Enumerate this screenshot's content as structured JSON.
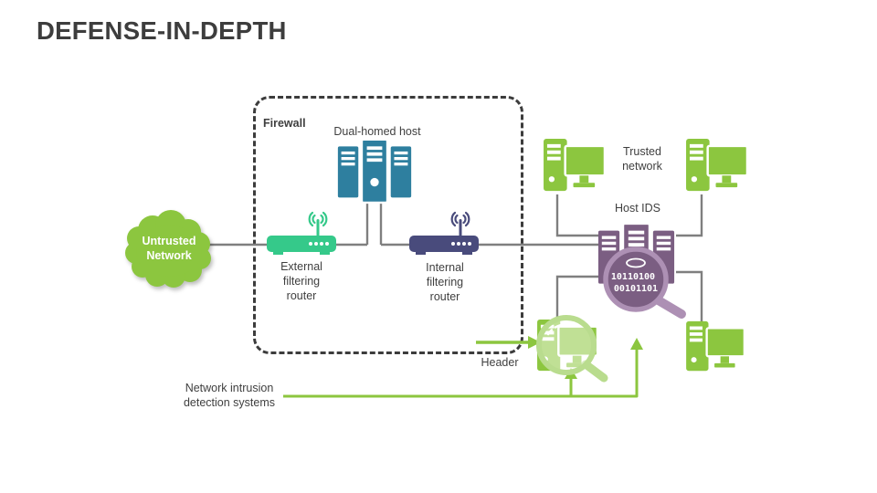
{
  "title": "DEFENSE-IN-DEPTH",
  "firewall": {
    "label": "Firewall"
  },
  "labels": {
    "dual_homed_host": "Dual-homed host",
    "external_router": "External filtering router",
    "internal_router": "Internal filtering router",
    "untrusted_network": "Untrusted Network",
    "trusted_network": "Trusted network",
    "host_ids": "Host IDS",
    "header": "Header",
    "nids": "Network intrusion detection systems"
  },
  "host_ids_magnifier": {
    "binary_line1": "10110100",
    "binary_line2": "00101101"
  },
  "colors": {
    "accent_green": "#8CC63F",
    "router_green": "#35C98A",
    "server_teal": "#2E7F9F",
    "router_navy": "#494B7C",
    "ids_purple": "#7B5E82",
    "ids_ring_purple": "#AD90B4",
    "lens_green": "#B9DC8E",
    "wire_gray": "#7F7F7F",
    "dashed_border": "#3C3C3C",
    "text_dark": "#3F3F3F",
    "background": "#FFFFFF"
  }
}
